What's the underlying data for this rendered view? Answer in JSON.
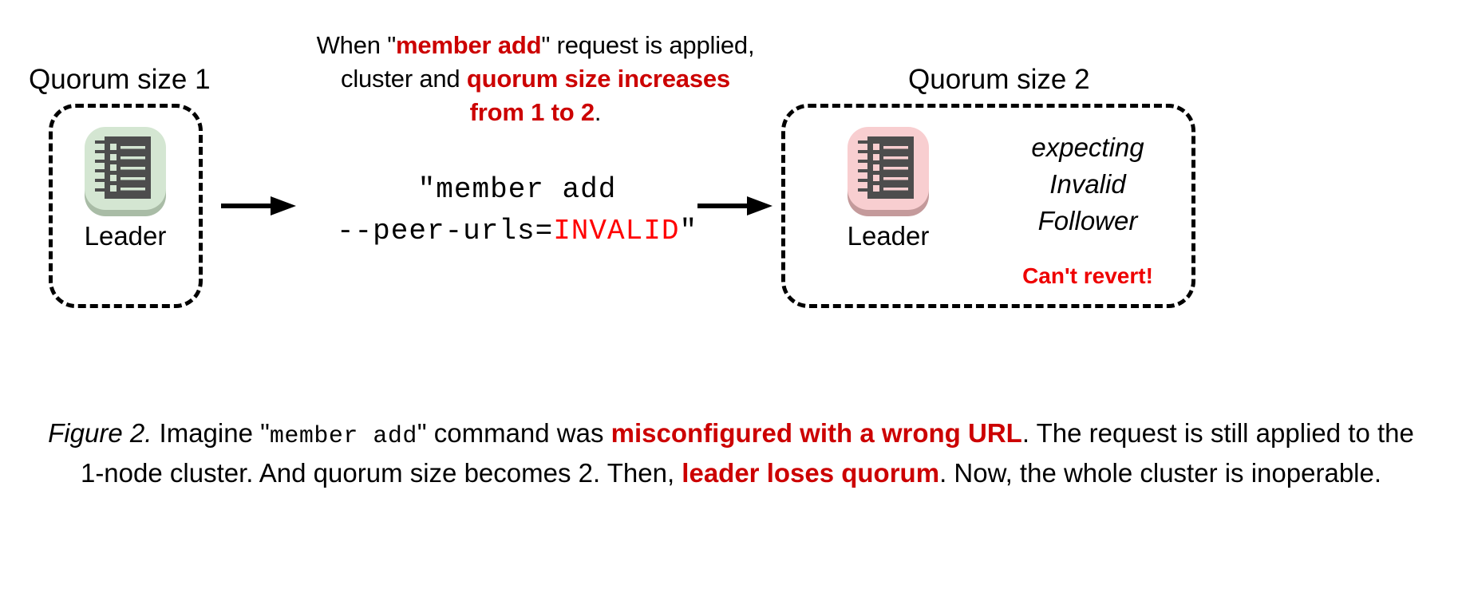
{
  "figure": {
    "top_annotation": {
      "line1_pre": "When \"",
      "line1_strong": "member add",
      "line1_post": "\" request is applied,",
      "line2_pre": "cluster and ",
      "line2_strong": "quorum size increases",
      "line3_strong": "from 1 to 2",
      "line3_post": "."
    },
    "clusters": [
      {
        "id": "left",
        "group_label": "Quorum size 1",
        "node_label": "Leader",
        "icon_name": "server-rack-icon",
        "tile_color": "#d4e6d2",
        "shadow_color": "#a9bca6",
        "line_color": "#d4e6d2",
        "body_color": "#4d4d4d"
      },
      {
        "id": "right",
        "group_label": "Quorum size 2",
        "node_label": "Leader",
        "icon_name": "server-rack-icon",
        "tile_color": "#f8ced0",
        "shadow_color": "#c49a9b",
        "line_color": "#f8ced0",
        "body_color": "#4d4d4d"
      }
    ],
    "right_box_notes": {
      "expecting_line1": "expecting",
      "expecting_line2": "Invalid",
      "expecting_line3": "Follower",
      "warning": "Can't revert!"
    },
    "command": {
      "line1": "\"member add",
      "line2_pre": "--peer-urls=",
      "line2_highlight": "INVALID",
      "line2_post": "\""
    },
    "caption": {
      "label": "Figure 2.",
      "seg1": " Imagine \"",
      "mono1": "member add",
      "seg2": "\" command was ",
      "strong1": "misconfigured with a wrong URL",
      "seg3": ". The request is still applied to the 1-node cluster. And quorum size becomes 2. Then, ",
      "strong2": "leader loses quorum",
      "seg4": ". Now, the whole cluster is inoperable."
    },
    "colors": {
      "accent_red": "#CC0000",
      "bright_red": "#FF0000",
      "ink": "#000000"
    }
  }
}
